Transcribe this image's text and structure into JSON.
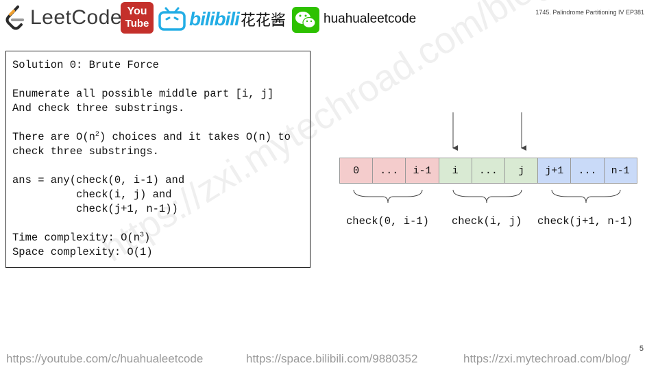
{
  "header": {
    "logo_text": "LeetCode",
    "youtube_line1": "You",
    "youtube_line2": "Tube",
    "bilibili_word": "bilibili",
    "bilibili_cn": "花花酱",
    "channel": "huahualeetcode",
    "episode_title": "1745. Palindrome Partitioning IV EP381"
  },
  "watermark": "https://zxi.mytechroad.com/blog/  花花酱 LeetCode",
  "solution": {
    "title": "Solution 0: Brute Force",
    "line_enum1": "Enumerate all possible middle part [i, j]",
    "line_enum2": "And check three substrings.",
    "line_there_a": "There are O(n",
    "line_there_sup": "2",
    "line_there_b": ") choices and it takes O(n) to",
    "line_check": "check three substrings.",
    "ans1": "ans = any(check(0, i-1) and",
    "ans2": "          check(i, j) and",
    "ans3": "          check(j+1, n-1))",
    "time_a": "Time complexity: O(n",
    "time_sup": "3",
    "time_b": ")",
    "space": "Space complexity: O(1)"
  },
  "array_cells": [
    {
      "label": "0",
      "group": "left"
    },
    {
      "label": "...",
      "group": "left"
    },
    {
      "label": "i-1",
      "group": "left"
    },
    {
      "label": "i",
      "group": "middle"
    },
    {
      "label": "...",
      "group": "middle"
    },
    {
      "label": "j",
      "group": "middle"
    },
    {
      "label": "j+1",
      "group": "right"
    },
    {
      "label": "...",
      "group": "right"
    },
    {
      "label": "n-1",
      "group": "right"
    }
  ],
  "check_labels": {
    "left": "check(0, i-1)",
    "middle": "check(i, j)",
    "right": "check(j+1, n-1)"
  },
  "colors": {
    "left": "#f4cccc",
    "middle": "#d9ead3",
    "right": "#c9daf8",
    "youtube": "#c4302b",
    "bilibili": "#23ade5",
    "wechat": "#2dc100"
  },
  "footer": {
    "youtube": "https://youtube.com/c/huahualeetcode",
    "bilibili": "https://space.bilibili.com/9880352",
    "blog": "https://zxi.mytechroad.com/blog/",
    "page_number": "5"
  }
}
